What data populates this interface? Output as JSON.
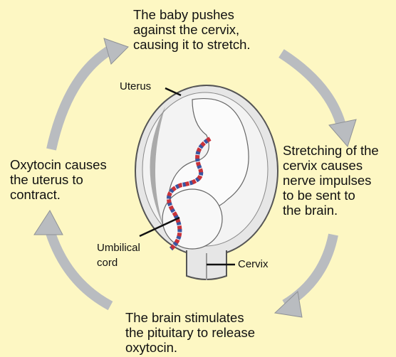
{
  "steps": {
    "top": "The baby pushes\nagainst the cervix,\ncausing it to stretch.",
    "right": "Stretching of the\ncervix causes\nnerve impulses\nto be sent to\nthe brain.",
    "bottom": "The brain stimulates\nthe pituitary to release\noxytocin.",
    "left": "Oxytocin causes\nthe uterus to\ncontract."
  },
  "labels": {
    "uterus": "Uterus",
    "umbilical_cord": "Umbilical\ncord",
    "cervix": "Cervix"
  },
  "colors": {
    "background": "#fdf7c3",
    "arrow": "#b9bcc0",
    "arrow_stroke": "#8f9296",
    "cord_red": "#c8323a",
    "cord_blue": "#3a55a0"
  }
}
